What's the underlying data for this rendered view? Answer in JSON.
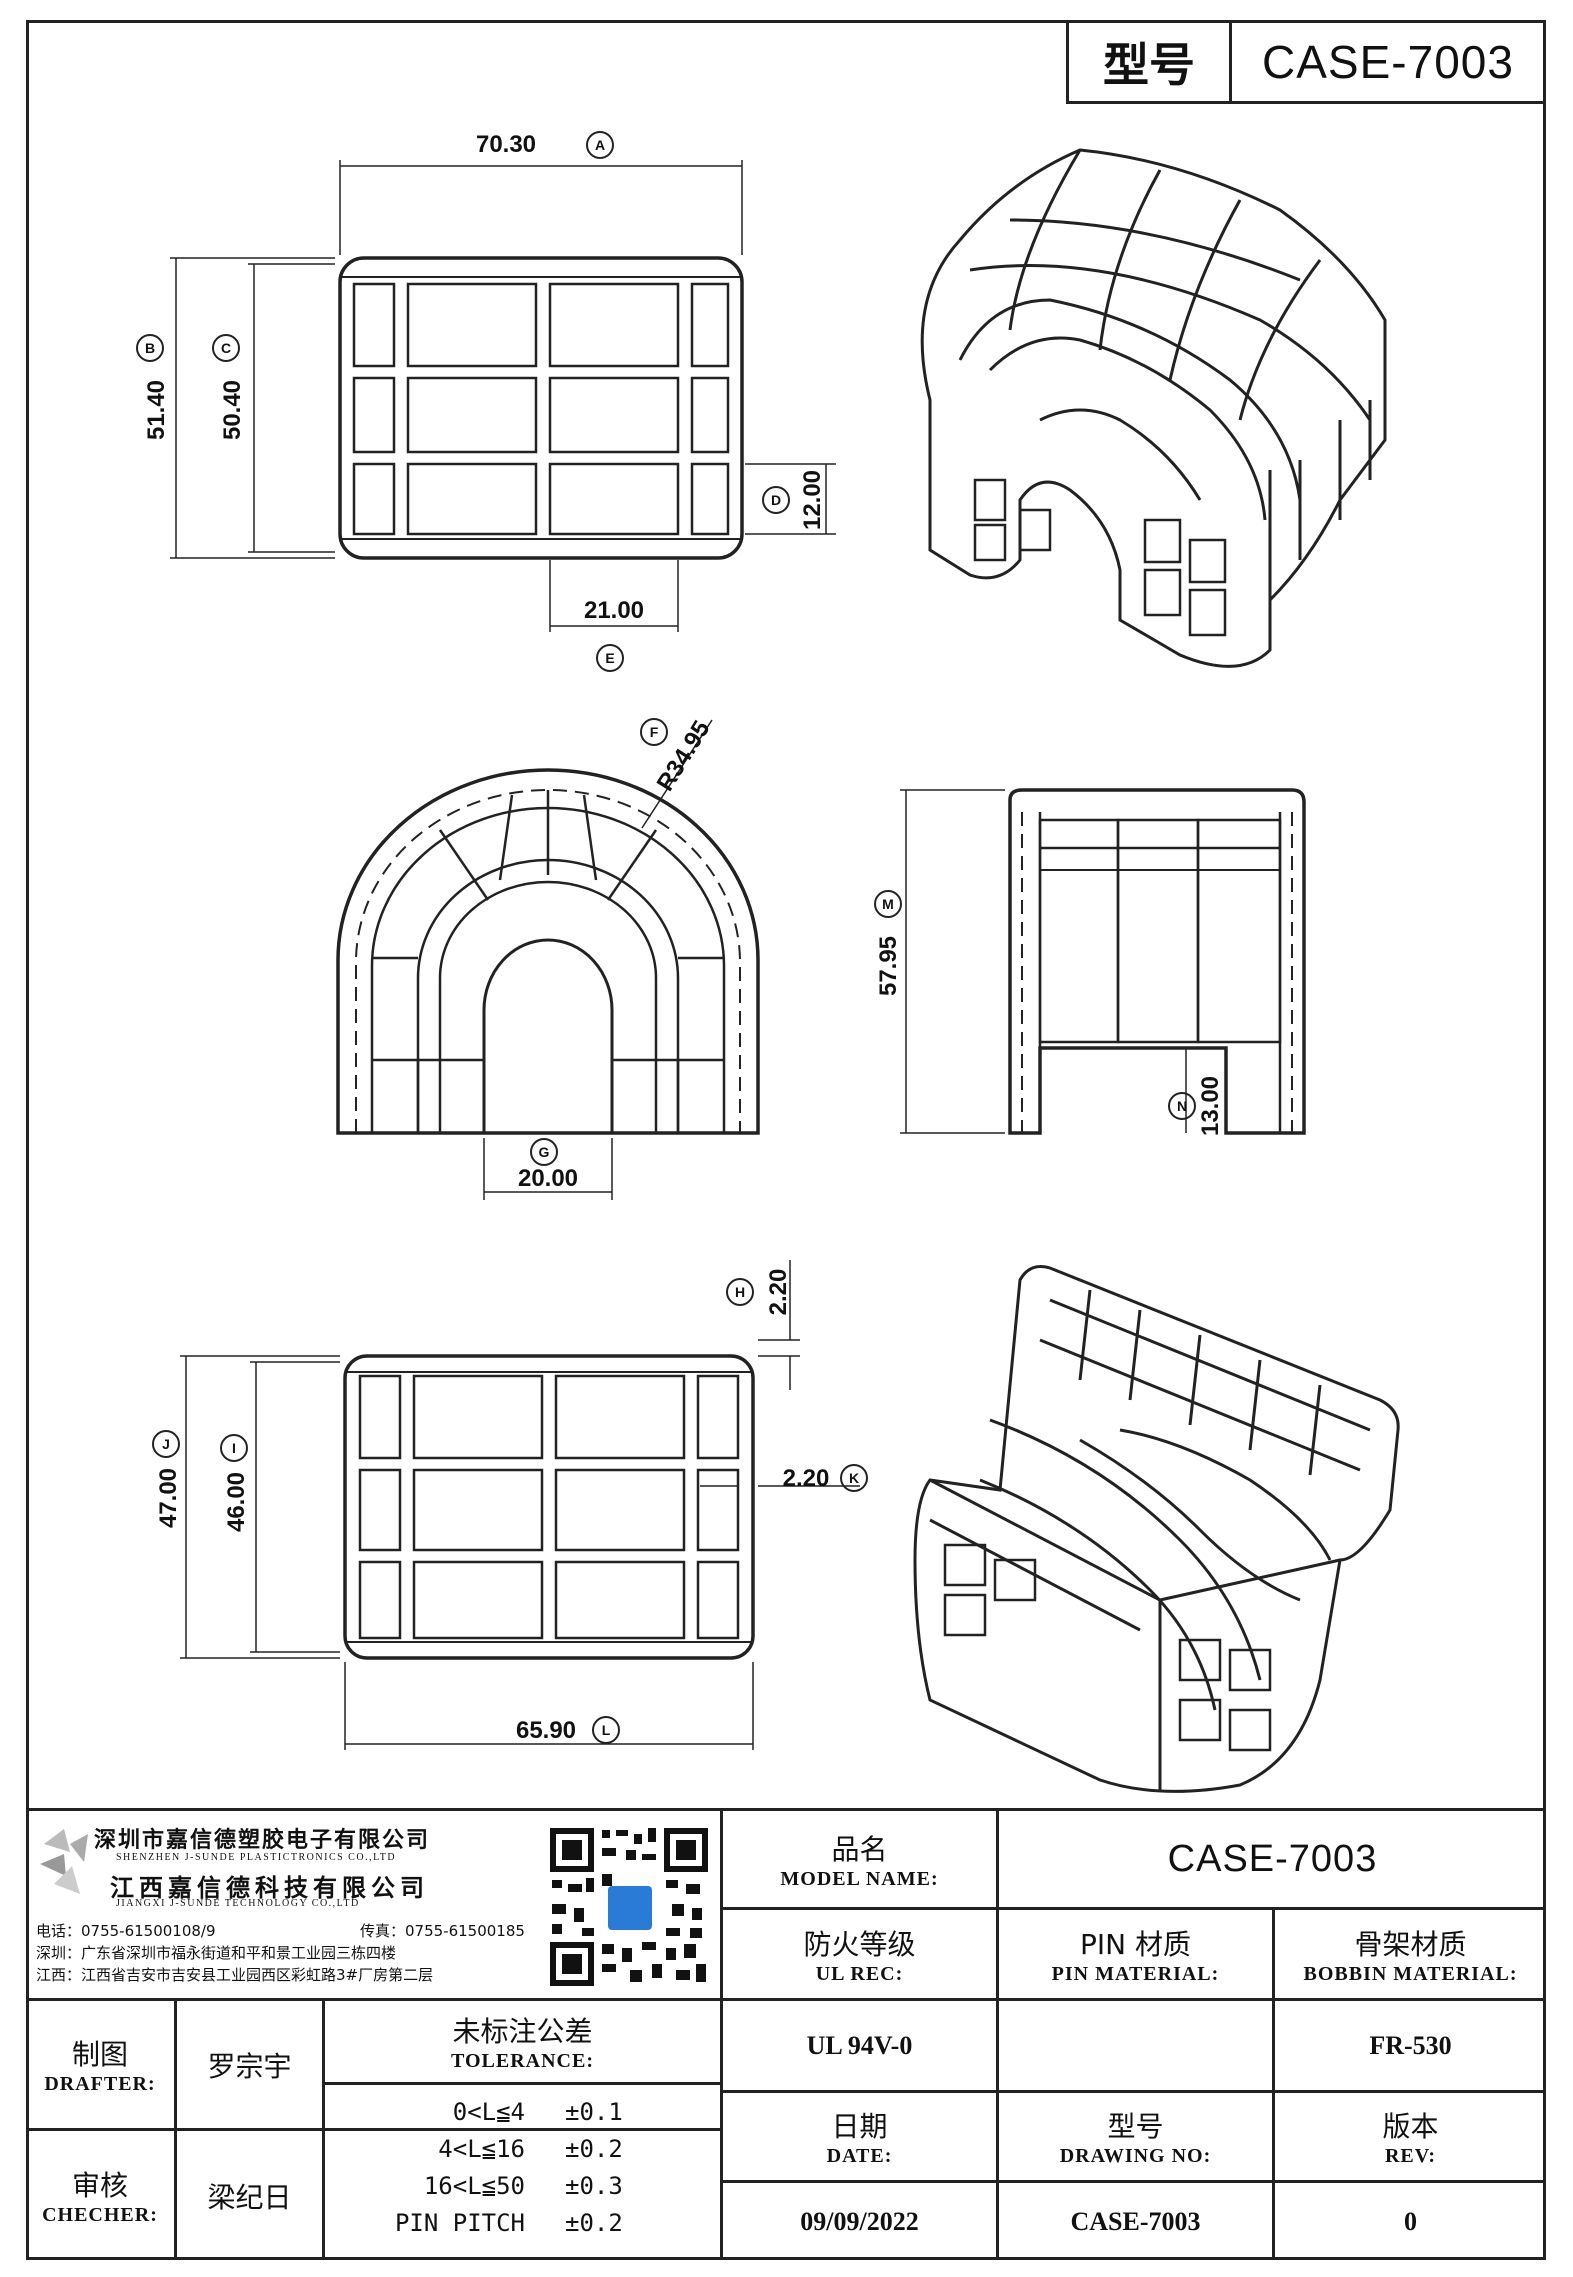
{
  "header": {
    "label": "型号",
    "model": "CASE-7003"
  },
  "top_view": {
    "dim_a": "70.30",
    "dim_a_ref": "A",
    "dim_b": "51.40",
    "dim_b_ref": "B",
    "dim_c": "50.40",
    "dim_c_ref": "C",
    "dim_d": "12.00",
    "dim_d_ref": "D",
    "dim_e": "21.00",
    "dim_e_ref": "E"
  },
  "front_view": {
    "dim_f": "R34.95",
    "dim_f_ref": "F",
    "dim_g": "20.00",
    "dim_g_ref": "G"
  },
  "side_view": {
    "dim_m": "57.95",
    "dim_m_ref": "M",
    "dim_n": "13.00",
    "dim_n_ref": "N"
  },
  "bottom_view": {
    "dim_h": "2.20",
    "dim_h_ref": "H",
    "dim_j": "47.00",
    "dim_j_ref": "J",
    "dim_i": "46.00",
    "dim_i_ref": "I",
    "dim_k": "2.20",
    "dim_k_ref": "K",
    "dim_l": "65.90",
    "dim_l_ref": "L"
  },
  "company": {
    "name_sz": "深圳市嘉信德塑胶电子有限公司",
    "name_sz_en": "SHENZHEN J-SUNDE PLASTICTRONICS CO.,LTD",
    "name_jx": "江西嘉信德科技有限公司",
    "name_jx_en": "JIANGXI J-SUNDE TECHNOLOGY CO.,LTD",
    "phone": "电话：0755-61500108/9",
    "fax": "传真：0755-61500185",
    "addr_sz": "深圳：广东省深圳市福永街道和平和景工业园三栋四楼",
    "addr_jx": "江西：江西省吉安市吉安县工业园西区彩虹路3#厂房第二层"
  },
  "title_block": {
    "model_name_cn": "品名",
    "model_name_en": "MODEL NAME:",
    "model_name_val": "CASE-7003",
    "ul_cn": "防火等级",
    "ul_en": "UL REC:",
    "ul_val": "UL 94V-0",
    "pin_cn": "PIN 材质",
    "pin_en": "PIN MATERIAL:",
    "pin_val": "",
    "bobbin_cn": "骨架材质",
    "bobbin_en": "BOBBIN MATERIAL:",
    "bobbin_val": "FR-530",
    "drafter_cn": "制图",
    "drafter_en": "DRAFTER:",
    "drafter_val": "罗宗宇",
    "checker_cn": "审核",
    "checker_en": "CHECHER:",
    "checker_val": "梁纪日",
    "tol_cn": "未标注公差",
    "tol_en": "TOLERANCE:",
    "tolerances": [
      {
        "range": "0<L≦4",
        "value": "±0.1"
      },
      {
        "range": "4<L≦16",
        "value": "±0.2"
      },
      {
        "range": "16<L≦50",
        "value": "±0.3"
      },
      {
        "range": "PIN PITCH",
        "value": "±0.2"
      }
    ],
    "date_cn": "日期",
    "date_en": "DATE:",
    "date_val": "09/09/2022",
    "dwg_cn": "型号",
    "dwg_en": "DRAWING NO:",
    "dwg_val": "CASE-7003",
    "rev_cn": "版本",
    "rev_en": "REV:",
    "rev_val": "0"
  }
}
